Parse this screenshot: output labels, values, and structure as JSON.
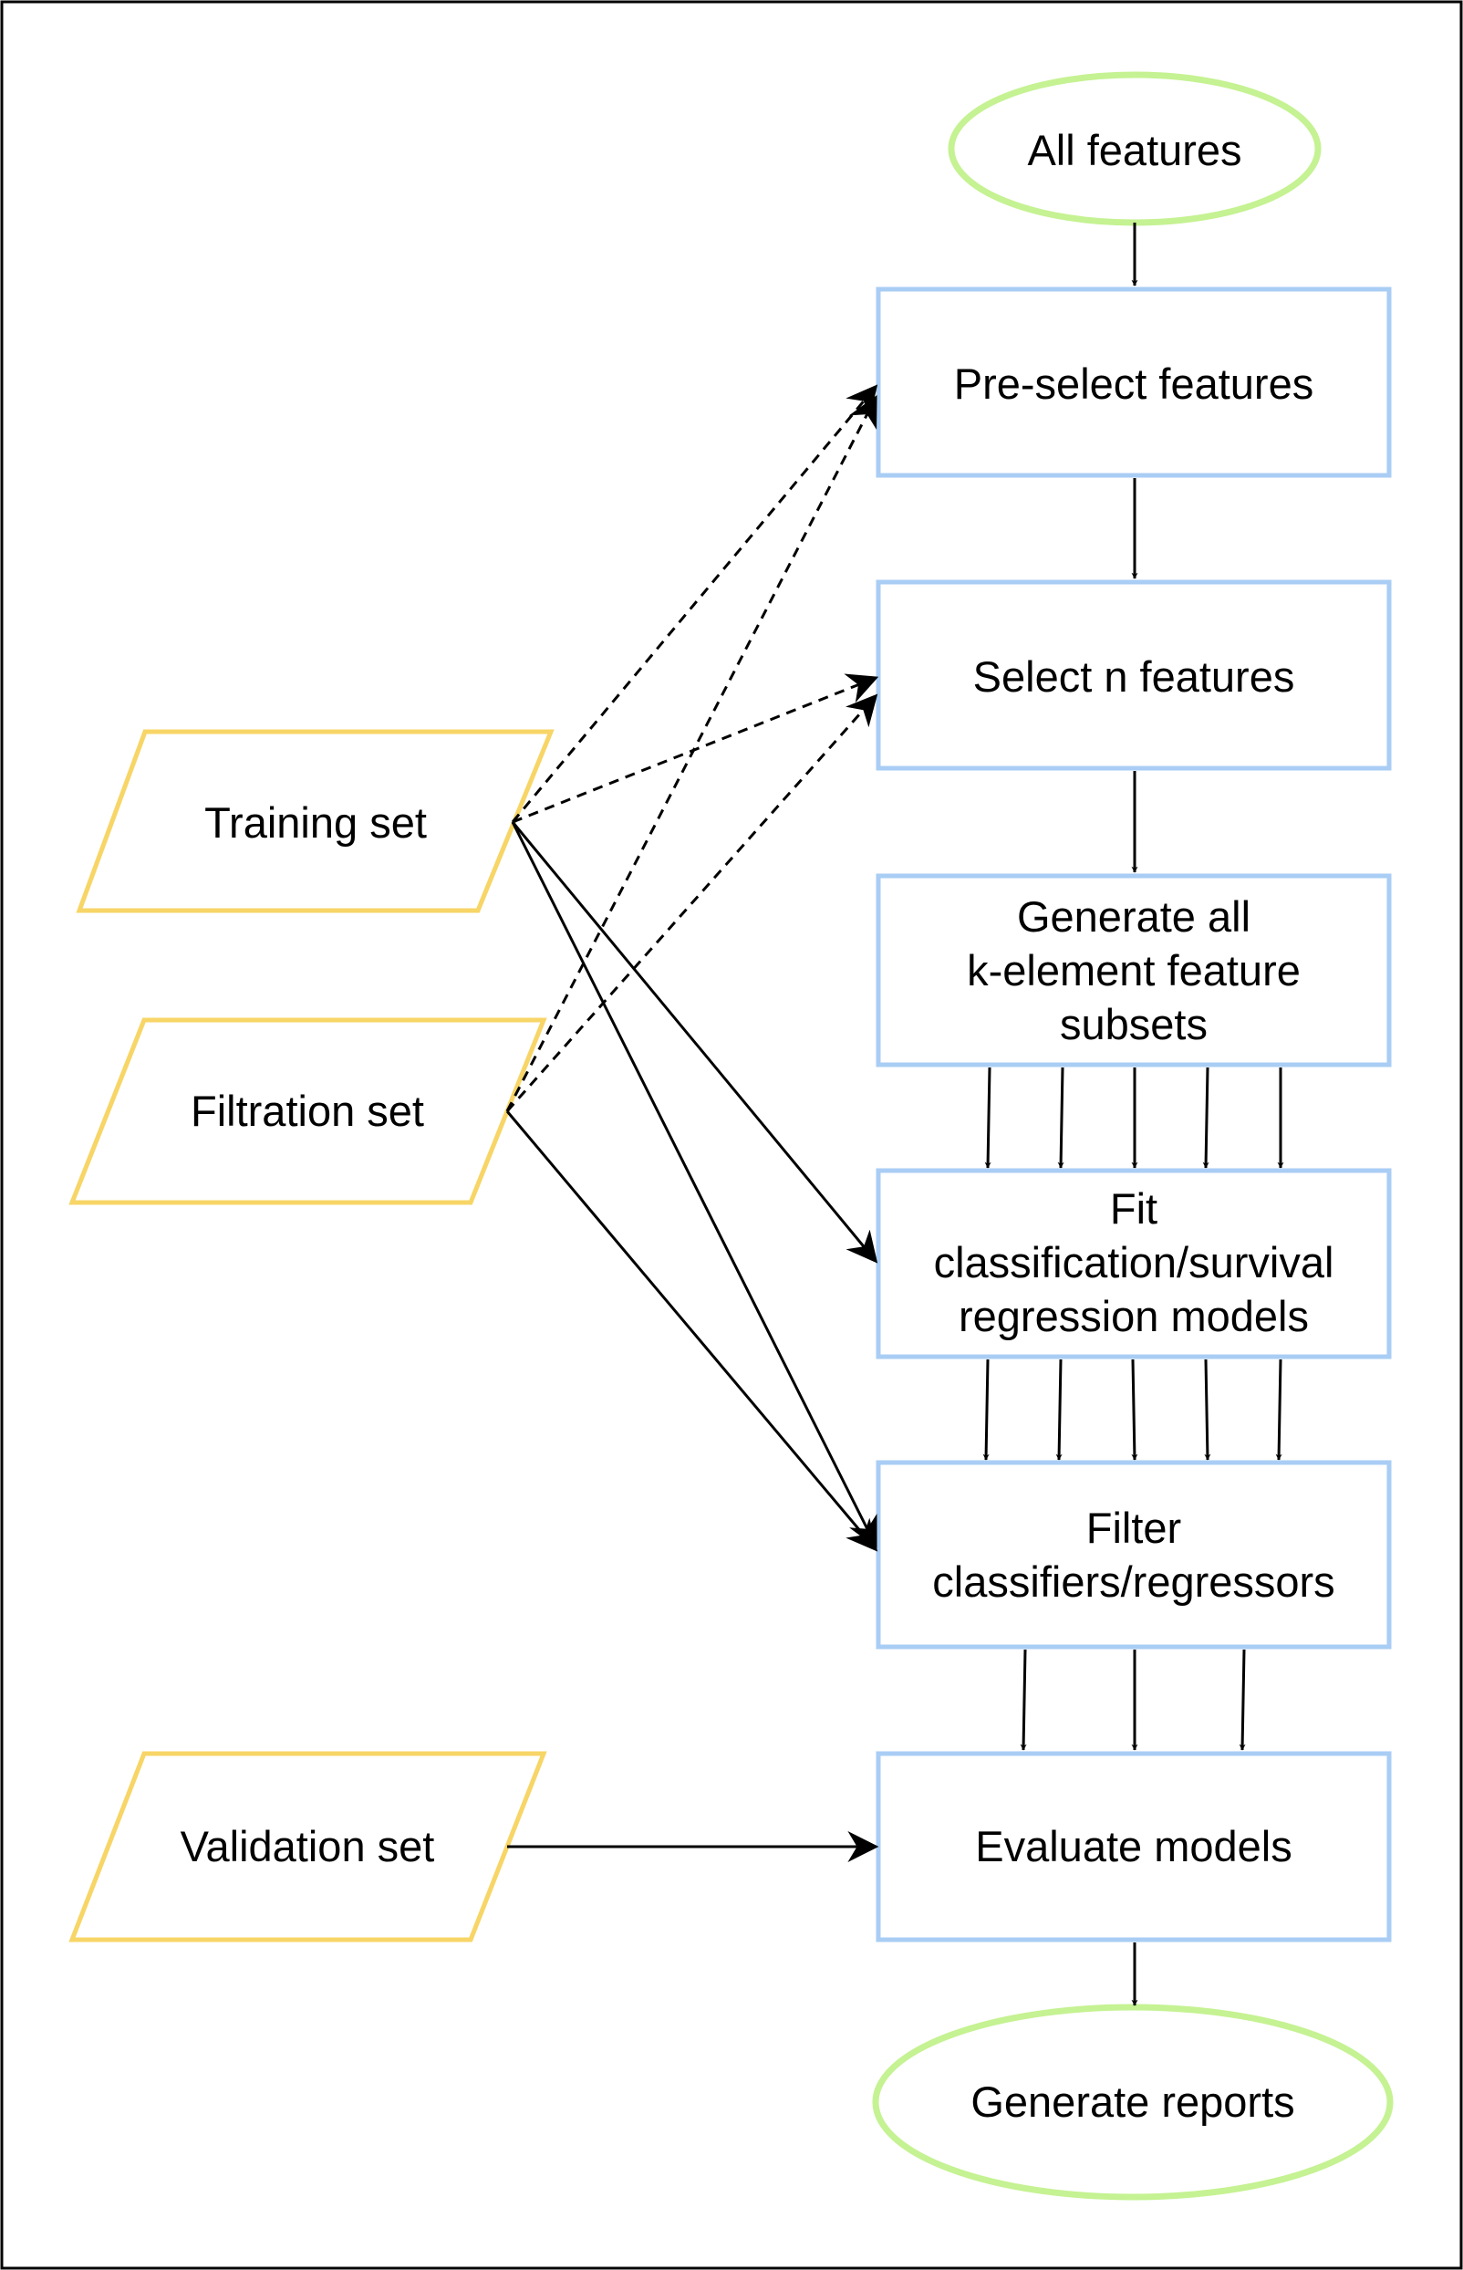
{
  "colors": {
    "terminal_stroke": "#c5f292",
    "process_stroke": "#a9cdf4",
    "data_stroke": "#f7d566",
    "edge": "#000000",
    "frame": "#000000"
  },
  "nodes": {
    "all_features": {
      "shape": "ellipse",
      "lines": [
        "All features"
      ]
    },
    "preselect": {
      "shape": "rect",
      "lines": [
        "Pre-select features"
      ]
    },
    "select_n": {
      "shape": "rect",
      "lines": [
        "Select n features"
      ]
    },
    "generate_subsets": {
      "shape": "rect",
      "lines": [
        "Generate all",
        "k-element feature",
        "subsets"
      ]
    },
    "fit_models": {
      "shape": "rect",
      "lines": [
        "Fit",
        "classification/survival",
        "regression models"
      ]
    },
    "filter": {
      "shape": "rect",
      "lines": [
        "Filter",
        "classifiers/regressors"
      ]
    },
    "evaluate": {
      "shape": "rect",
      "lines": [
        "Evaluate models"
      ]
    },
    "reports": {
      "shape": "ellipse",
      "lines": [
        "Generate reports"
      ]
    },
    "training_set": {
      "shape": "parallelogram",
      "lines": [
        "Training set"
      ]
    },
    "filtration_set": {
      "shape": "parallelogram",
      "lines": [
        "Filtration set"
      ]
    },
    "validation_set": {
      "shape": "parallelogram",
      "lines": [
        "Validation set"
      ]
    }
  },
  "edges": [
    {
      "from": "all_features",
      "to": "preselect",
      "style": "solid"
    },
    {
      "from": "preselect",
      "to": "select_n",
      "style": "solid"
    },
    {
      "from": "select_n",
      "to": "generate_subsets",
      "style": "solid"
    },
    {
      "from": "generate_subsets",
      "to": "fit_models",
      "style": "solid",
      "count": 5
    },
    {
      "from": "fit_models",
      "to": "filter",
      "style": "solid",
      "count": 5
    },
    {
      "from": "filter",
      "to": "evaluate",
      "style": "solid",
      "count": 3
    },
    {
      "from": "evaluate",
      "to": "reports",
      "style": "solid"
    },
    {
      "from": "training_set",
      "to": "preselect",
      "style": "dashed"
    },
    {
      "from": "training_set",
      "to": "select_n",
      "style": "dashed"
    },
    {
      "from": "filtration_set",
      "to": "preselect",
      "style": "dashed"
    },
    {
      "from": "filtration_set",
      "to": "select_n",
      "style": "dashed"
    },
    {
      "from": "training_set",
      "to": "fit_models",
      "style": "solid"
    },
    {
      "from": "training_set",
      "to": "filter",
      "style": "solid"
    },
    {
      "from": "filtration_set",
      "to": "filter",
      "style": "solid"
    },
    {
      "from": "validation_set",
      "to": "evaluate",
      "style": "solid"
    }
  ]
}
